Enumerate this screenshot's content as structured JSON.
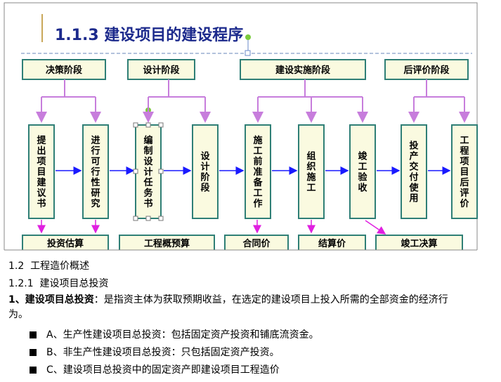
{
  "slide": {
    "title": "1.1.3 建设项目的建设程序",
    "stages": [
      "决策阶段",
      "设计阶段",
      "建设实施阶段",
      "后评价阶段"
    ],
    "steps": [
      "提出项目建议书",
      "进行可行性研究",
      "编制设计任务书",
      "设计阶段",
      "施工前准备工作",
      "组织施工",
      "竣工验收",
      "投产交付使用",
      "工程项目后评价"
    ],
    "bottom": [
      "投资估算",
      "工程概预算",
      "合同价",
      "结算价",
      "竣工决算"
    ]
  },
  "text": {
    "h1": "1.2  工程造价概述",
    "h2": "1.2.1  建设项目总投资",
    "p1_lead": "1、建设项目总投资",
    "p1_rest": "：是指资主体为获取预期收益，在选定的建设项目上投入所需的全部资金的经济行为。",
    "bullets": [
      "A、生产性建设项目总投资：包括固定资产投资和铺底流资金。",
      "B、非生产性建设项目总投资：只包括固定资产投资。",
      "C、建设项目总投资中的固定资产即建设项目工程造价"
    ]
  }
}
